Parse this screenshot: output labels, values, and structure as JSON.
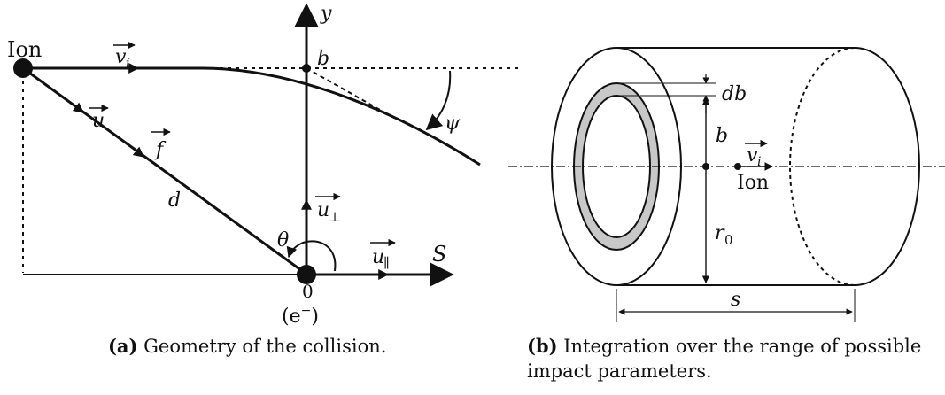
{
  "figure_a": {
    "labels": {
      "ion": "Ion",
      "vi": "v",
      "vi_sub": "i",
      "u": "u",
      "f": "f",
      "d": "d",
      "y": "y",
      "b": "b",
      "psi": "ψ",
      "theta": "θ",
      "u_perp": "u",
      "u_perp_sub": "⊥",
      "u_par": "u",
      "u_par_sub": "∥",
      "s_axis": "S",
      "origin": "0",
      "electron": "(e",
      "electron_sup": "−",
      "electron_close": ")"
    },
    "caption_tag": "(a)",
    "caption_text": " Geometry of the collision."
  },
  "figure_b": {
    "labels": {
      "db": "db",
      "b": "b",
      "vi": "v",
      "vi_sub": "i",
      "ion": "Ion",
      "r0": "r",
      "r0_sub": "0",
      "s": "s"
    },
    "caption_tag": "(b)",
    "caption_line1": " Integration over the range of possible",
    "caption_line2": "impact parameters."
  }
}
